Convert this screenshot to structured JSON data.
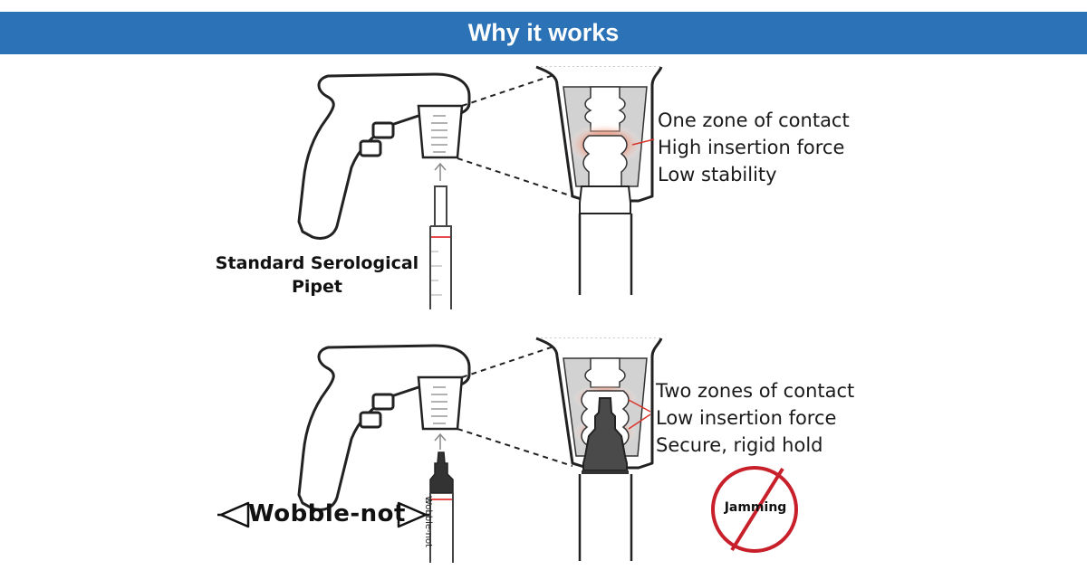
{
  "header": {
    "title": "Why it works"
  },
  "standard": {
    "label_line1": "Standard Serological",
    "label_line2": "Pipet",
    "zones": [
      "One zone of contact",
      "High insertion force",
      "Low stability"
    ]
  },
  "wobble": {
    "brand": "Wobble-not",
    "trademark": "™",
    "pipet_text": "Wobble-not",
    "zones": [
      "Two zones of contact",
      "Low insertion force",
      "Secure, rigid hold"
    ],
    "jamming_label": "Jamming"
  },
  "colors": {
    "header_bg": "#2b73b6",
    "contact_glow": "#f07a5a",
    "prohibition_red": "#c8202a",
    "dark_adapter": "#4a4a4a"
  }
}
